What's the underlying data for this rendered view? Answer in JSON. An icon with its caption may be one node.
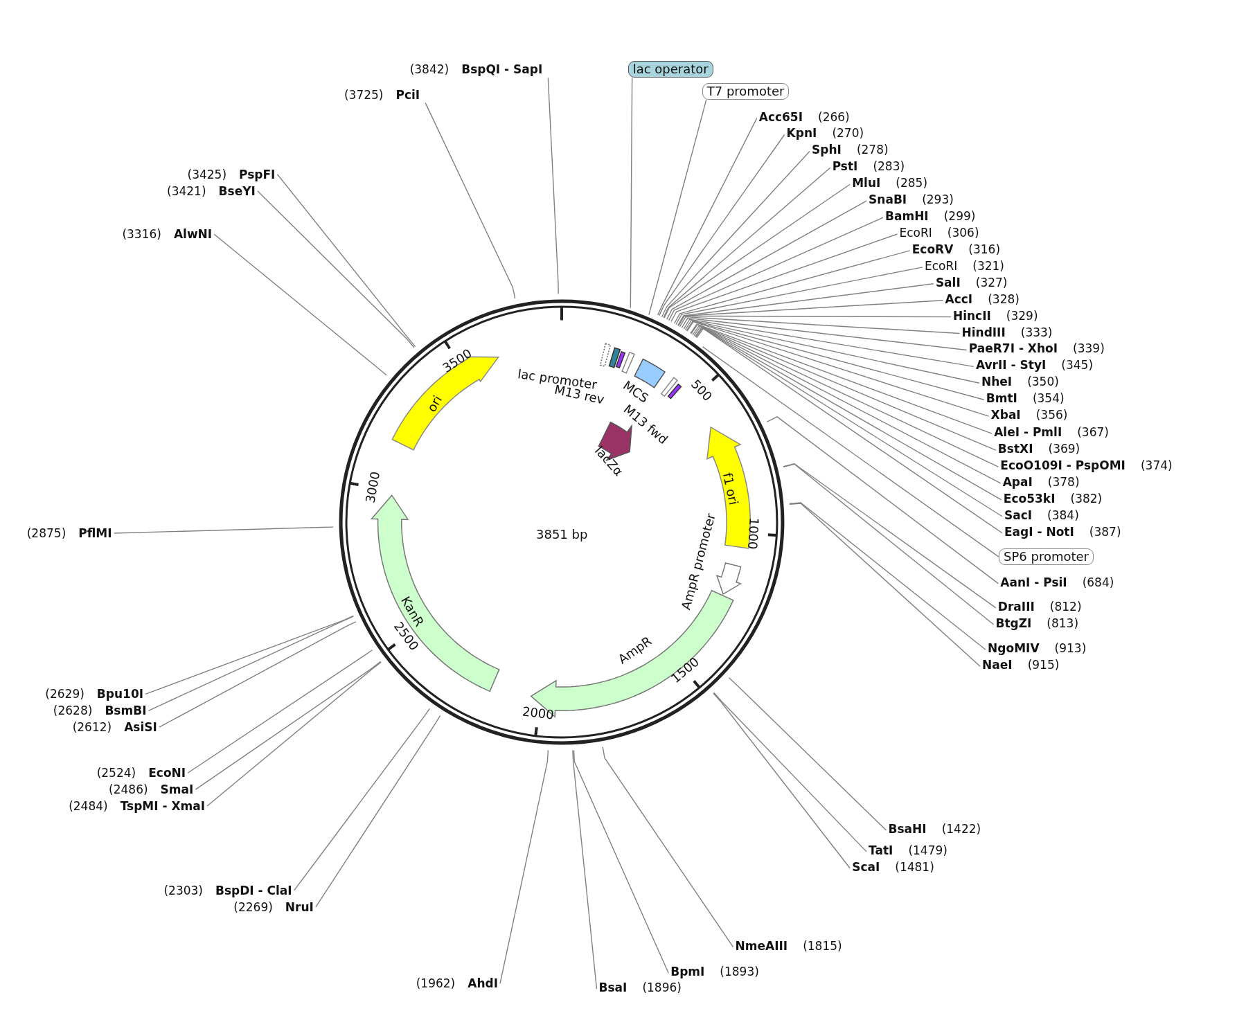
{
  "diagram": {
    "nodes": [
      {
        "text": [
          "BspQI - SapI"
        ],
        "beside": [
          "(3842)"
        ]
      },
      {
        "text": [
          "lac operator"
        ]
      },
      {
        "text": [
          "T7 promoter"
        ]
      },
      {
        "text": [
          "Acc65I"
        ],
        "beside": [
          "(266)"
        ]
      },
      {
        "text": [
          "KpnI"
        ],
        "beside": [
          "(270)"
        ]
      },
      {
        "text": [
          "SphI"
        ],
        "beside": [
          "(278)"
        ]
      },
      {
        "text": [
          "PstI"
        ],
        "beside": [
          "(283)"
        ]
      },
      {
        "text": [
          "MluI"
        ],
        "beside": [
          "(285)"
        ]
      },
      {
        "text": [
          "SnaBI"
        ],
        "beside": [
          "(293)"
        ]
      },
      {
        "text": [
          "BamHI"
        ],
        "beside": [
          "(299)"
        ]
      },
      {
        "text": [
          "EcoRI"
        ],
        "beside": [
          "(306)"
        ]
      },
      {
        "text": [
          "EcoRV"
        ],
        "beside": [
          "(316)"
        ]
      },
      {
        "text": [
          "EcoRI"
        ],
        "beside": [
          "(321)"
        ]
      },
      {
        "text": [
          "SalI"
        ],
        "beside": [
          "(327)"
        ]
      },
      {
        "text": [
          "AccI"
        ],
        "beside": [
          "(328)"
        ]
      },
      {
        "text": [
          "HincII"
        ],
        "beside": [
          "(329)"
        ]
      },
      {
        "text": [
          "HindIII"
        ],
        "beside": [
          "(333)"
        ]
      },
      {
        "text": [
          "PaeR7I - XhoI"
        ],
        "beside": [
          "(339)"
        ]
      },
      {
        "text": [
          "AvrII - StyI"
        ],
        "beside": [
          "(345)"
        ]
      },
      {
        "text": [
          "NheI"
        ],
        "beside": [
          "(350)"
        ]
      },
      {
        "text": [
          "BmtI"
        ],
        "beside": [
          "(354)"
        ]
      },
      {
        "text": [
          "XbaI"
        ],
        "beside": [
          "(356)"
        ]
      },
      {
        "text": [
          "AleI - PmlI"
        ],
        "beside": [
          "(367)"
        ]
      },
      {
        "text": [
          "BstXI"
        ],
        "beside": [
          "(369)"
        ]
      },
      {
        "text": [
          "EcoO109I - PspOMI"
        ],
        "beside": [
          "(374)"
        ]
      },
      {
        "text": [
          "ApaI"
        ],
        "beside": [
          "(378)"
        ]
      },
      {
        "text": [
          "Eco53kI"
        ],
        "beside": [
          "(382)"
        ]
      },
      {
        "text": [
          "SacI"
        ],
        "beside": [
          "(384)"
        ]
      },
      {
        "text": [
          "EagI - NotI"
        ],
        "beside": [
          "(387)"
        ]
      },
      {
        "text": [
          "SP6 promoter"
        ]
      },
      {
        "text": [
          "AanI - PsiI"
        ],
        "beside": [
          "(684)"
        ]
      },
      {
        "text": [
          "DraIII"
        ],
        "beside": [
          "(812)"
        ]
      },
      {
        "text": [
          "BtgZI"
        ],
        "beside": [
          "(813)"
        ]
      },
      {
        "text": [
          "NgoMIV"
        ],
        "beside": [
          "(913)"
        ]
      },
      {
        "text": [
          "NaeI"
        ],
        "beside": [
          "(915)"
        ]
      },
      {
        "text": [
          "BsaHI"
        ],
        "beside": [
          "(1422)"
        ]
      },
      {
        "text": [
          "TatI"
        ],
        "beside": [
          "(1479)"
        ]
      },
      {
        "text": [
          "ScaI"
        ],
        "beside": [
          "(1481)"
        ]
      },
      {
        "text": [
          "NmeAIII"
        ],
        "beside": [
          "(1815)"
        ]
      },
      {
        "text": [
          "BpmI"
        ],
        "beside": [
          "(1893)"
        ]
      },
      {
        "text": [
          "BsaI"
        ],
        "beside": [
          "(1896)"
        ]
      },
      {
        "text": [
          "AhdI"
        ],
        "beside": [
          "(1962)"
        ]
      },
      {
        "text": [
          "BspDI - ClaI"
        ],
        "beside": [
          "(2303)"
        ]
      },
      {
        "text": [
          "NruI"
        ],
        "beside": [
          "(2269)"
        ]
      },
      {
        "text": [
          "EcoNI"
        ],
        "beside": [
          "(2524)"
        ]
      },
      {
        "text": [
          "SmaI"
        ],
        "beside": [
          "(2486)"
        ]
      },
      {
        "text": [
          "TspMI - XmaI"
        ],
        "beside": [
          "(2484)"
        ]
      },
      {
        "text": [
          "Bpu10I"
        ],
        "beside": [
          "(2629)"
        ]
      },
      {
        "text": [
          "BsmBI"
        ],
        "beside": [
          "(2628)"
        ]
      },
      {
        "text": [
          "AsiSI"
        ],
        "beside": [
          "(2612)"
        ]
      },
      {
        "text": [
          "PflMI"
        ],
        "beside": [
          "(2875)"
        ]
      },
      {
        "text": [
          "AlwNI"
        ],
        "beside": [
          "(3316)"
        ]
      },
      {
        "text": [
          "PspFI"
        ],
        "beside": [
          "(3425)"
        ]
      },
      {
        "text": [
          "BseYI"
        ],
        "beside": [
          "(3421)"
        ]
      },
      {
        "text": [
          "PciI"
        ],
        "beside": [
          "(3725)"
        ]
      },
      {
        "text": [
          "ori"
        ]
      },
      {
        "text": [
          "lac promoter"
        ]
      },
      {
        "text": [
          "M13 rev"
        ]
      },
      {
        "text": [
          "MCS"
        ]
      },
      {
        "text": [
          "M13 fwd"
        ]
      },
      {
        "text": [
          "lacZα"
        ]
      },
      {
        "text": [
          "f1 ori"
        ]
      },
      {
        "text": [
          "AmpR promoter"
        ]
      },
      {
        "text": [
          "AmpR"
        ]
      },
      {
        "text": [
          "KanR"
        ]
      }
    ],
    "edges": [
      {
        "from": 0,
        "to": null,
        "arrow": "none"
      },
      {
        "from": 1,
        "to": null,
        "arrow": "none"
      },
      {
        "from": 2,
        "to": null,
        "arrow": "none"
      },
      {
        "from": 3,
        "to": null,
        "arrow": "none"
      },
      {
        "from": 4,
        "to": null,
        "arrow": "none"
      },
      {
        "from": 5,
        "to": null,
        "arrow": "none"
      },
      {
        "from": 6,
        "to": null,
        "arrow": "none"
      },
      {
        "from": 7,
        "to": null,
        "arrow": "none"
      },
      {
        "from": 8,
        "to": null,
        "arrow": "none"
      },
      {
        "from": 9,
        "to": null,
        "arrow": "none"
      },
      {
        "from": 10,
        "to": null,
        "arrow": "none"
      },
      {
        "from": 11,
        "to": null,
        "arrow": "none"
      },
      {
        "from": 12,
        "to": null,
        "arrow": "none"
      },
      {
        "from": 13,
        "to": null,
        "arrow": "none"
      },
      {
        "from": 14,
        "to": null,
        "arrow": "none"
      },
      {
        "from": 15,
        "to": null,
        "arrow": "none"
      },
      {
        "from": 16,
        "to": null,
        "arrow": "none"
      },
      {
        "from": 17,
        "to": null,
        "arrow": "none"
      },
      {
        "from": 18,
        "to": null,
        "arrow": "none"
      },
      {
        "from": 19,
        "to": null,
        "arrow": "none"
      },
      {
        "from": 20,
        "to": null,
        "arrow": "none"
      },
      {
        "from": 21,
        "to": null,
        "arrow": "none"
      },
      {
        "from": 22,
        "to": null,
        "arrow": "none"
      },
      {
        "from": 23,
        "to": null,
        "arrow": "none"
      },
      {
        "from": 24,
        "to": null,
        "arrow": "none"
      },
      {
        "from": 25,
        "to": null,
        "arrow": "none"
      },
      {
        "from": 26,
        "to": null,
        "arrow": "none"
      },
      {
        "from": 27,
        "to": null,
        "arrow": "none"
      },
      {
        "from": 28,
        "to": null,
        "arrow": "none"
      },
      {
        "from": 29,
        "to": null,
        "arrow": "none"
      },
      {
        "from": 30,
        "to": null,
        "arrow": "none"
      },
      {
        "from": 31,
        "to": null,
        "arrow": "none"
      },
      {
        "from": 32,
        "to": null,
        "arrow": "none"
      },
      {
        "from": 33,
        "to": null,
        "arrow": "none"
      },
      {
        "from": 34,
        "to": null,
        "arrow": "none"
      },
      {
        "from": 35,
        "to": null,
        "arrow": "none"
      },
      {
        "from": 36,
        "to": null,
        "arrow": "none"
      },
      {
        "from": 37,
        "to": null,
        "arrow": "none"
      },
      {
        "from": 38,
        "to": null,
        "arrow": "none"
      },
      {
        "from": 39,
        "to": null,
        "arrow": "none"
      },
      {
        "from": 40,
        "to": null,
        "arrow": "none"
      },
      {
        "from": 41,
        "to": null,
        "arrow": "none"
      },
      {
        "from": 42,
        "to": null,
        "arrow": "none"
      },
      {
        "from": 43,
        "to": null,
        "arrow": "none"
      },
      {
        "from": 44,
        "to": null,
        "arrow": "none"
      },
      {
        "from": 45,
        "to": null,
        "arrow": "none"
      },
      {
        "from": 46,
        "to": null,
        "arrow": "none"
      },
      {
        "from": 47,
        "to": null,
        "arrow": "none"
      },
      {
        "from": 48,
        "to": null,
        "arrow": "none"
      },
      {
        "from": 49,
        "to": null,
        "arrow": "none"
      },
      {
        "from": 50,
        "to": null,
        "arrow": "none"
      },
      {
        "from": 51,
        "to": null,
        "arrow": "none"
      },
      {
        "from": 52,
        "to": null,
        "arrow": "none"
      },
      {
        "from": 53,
        "to": null,
        "arrow": "none"
      },
      {
        "from": 54,
        "to": null,
        "arrow": "none"
      }
    ],
    "labels": [
      "3851 bp",
      "500",
      "1000",
      "1500",
      "2000",
      "2500",
      "3000",
      "3500"
    ]
  }
}
